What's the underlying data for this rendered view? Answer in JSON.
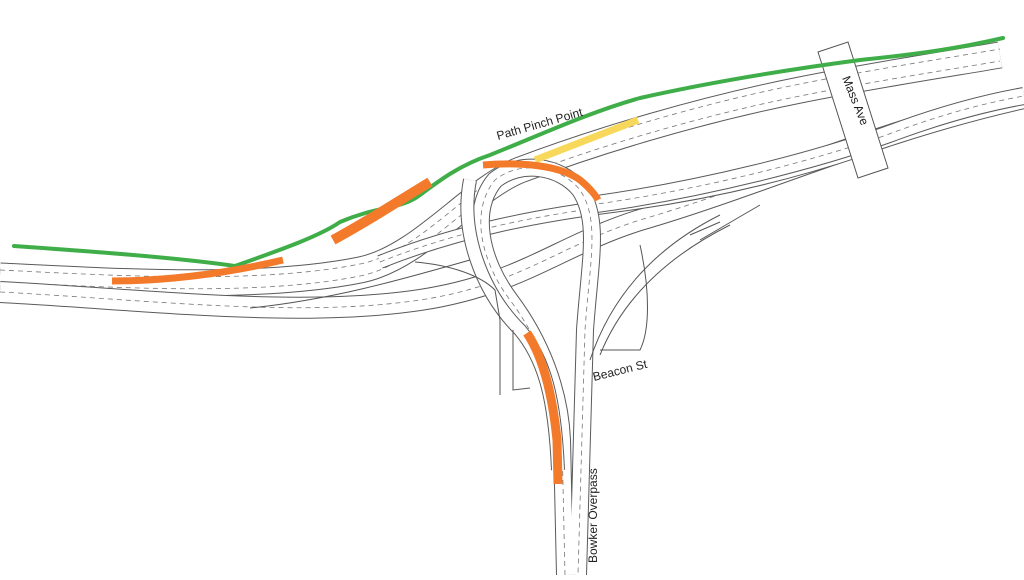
{
  "colors": {
    "background": "#ffffff",
    "road_outline": "#5a5a5a",
    "path_green": "#3fae49",
    "conflict_orange": "#f47a2b",
    "warning_yellow": "#f8d85a"
  },
  "labels": {
    "path_pinch_point": "Path Pinch Point",
    "mass_ave": "Mass Ave",
    "beacon_st": "Beacon St",
    "bowker_overpass": "Bowker Overpass"
  }
}
